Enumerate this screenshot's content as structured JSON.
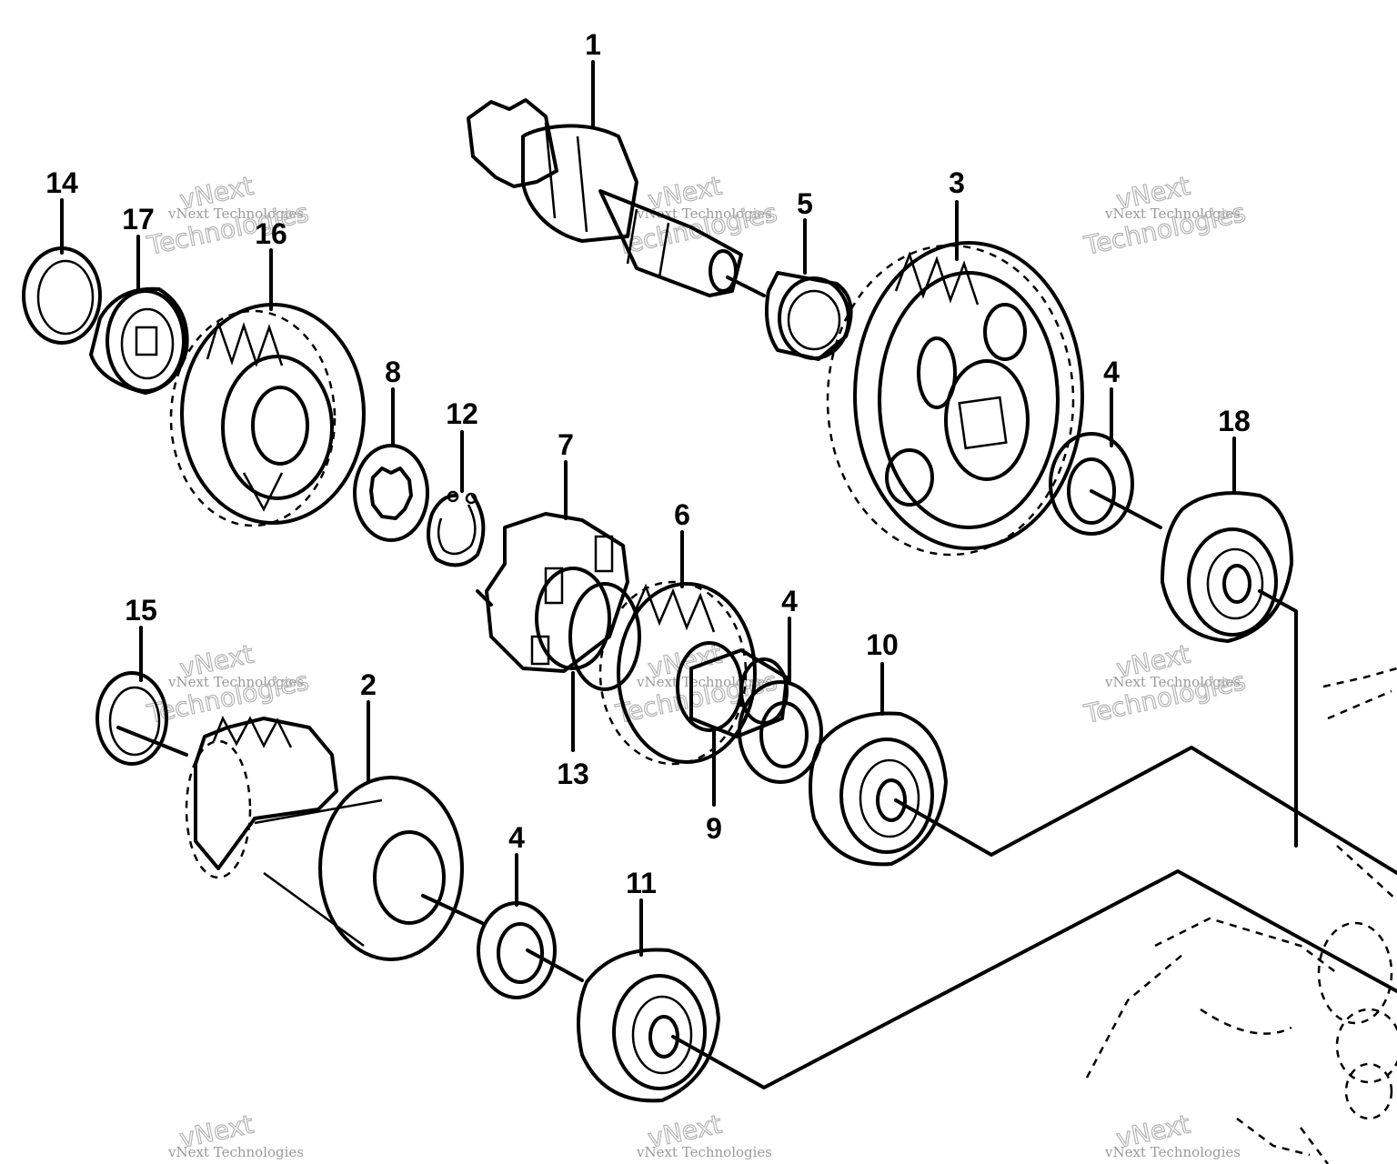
{
  "callouts": {
    "p1": "1",
    "p2": "2",
    "p3": "3",
    "p4a": "4",
    "p4b": "4",
    "p4c": "4",
    "p5": "5",
    "p6": "6",
    "p7": "7",
    "p8": "8",
    "p9": "9",
    "p10": "10",
    "p11": "11",
    "p12": "12",
    "p13": "13",
    "p14": "14",
    "p15": "15",
    "p16": "16",
    "p17": "17",
    "p18": "18"
  },
  "watermark": {
    "brand": "vNext",
    "company": "vNext Technologies",
    "word": "Technologies"
  }
}
